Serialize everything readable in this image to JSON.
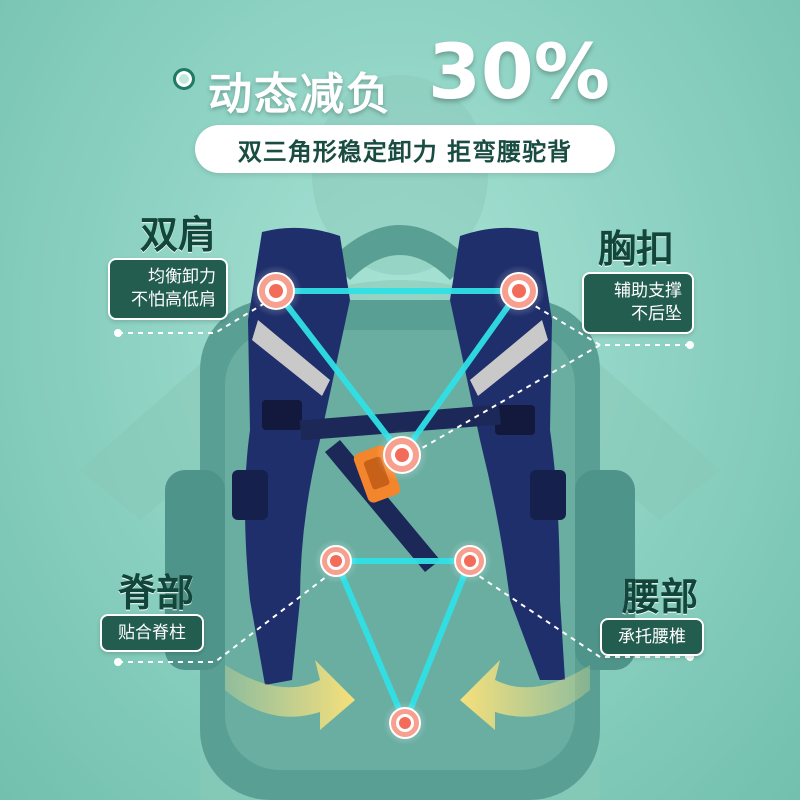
{
  "title": {
    "main": "动态减负",
    "highlight": "30%"
  },
  "subtitle": "双三角形稳定卸力 拒弯腰驼背",
  "callouts": {
    "shoulders": {
      "heading": "双肩",
      "lines": [
        "均衡卸力",
        "不怕高低肩"
      ]
    },
    "chest": {
      "heading": "胸扣",
      "lines": [
        "辅助支撑",
        "不后坠"
      ]
    },
    "spine": {
      "heading": "脊部",
      "lines": [
        "贴合脊柱"
      ]
    },
    "waist": {
      "heading": "腰部",
      "lines": [
        "承托腰椎"
      ]
    }
  },
  "colors": {
    "background": "#8fd3c4",
    "backpack": "#1f2f6b",
    "triangle_lines": "#2fe0e6",
    "target_markers": "#f36c5a",
    "buckle": "#f3862d",
    "callout_box": "#235d50",
    "arrows": "#f2e08a"
  }
}
